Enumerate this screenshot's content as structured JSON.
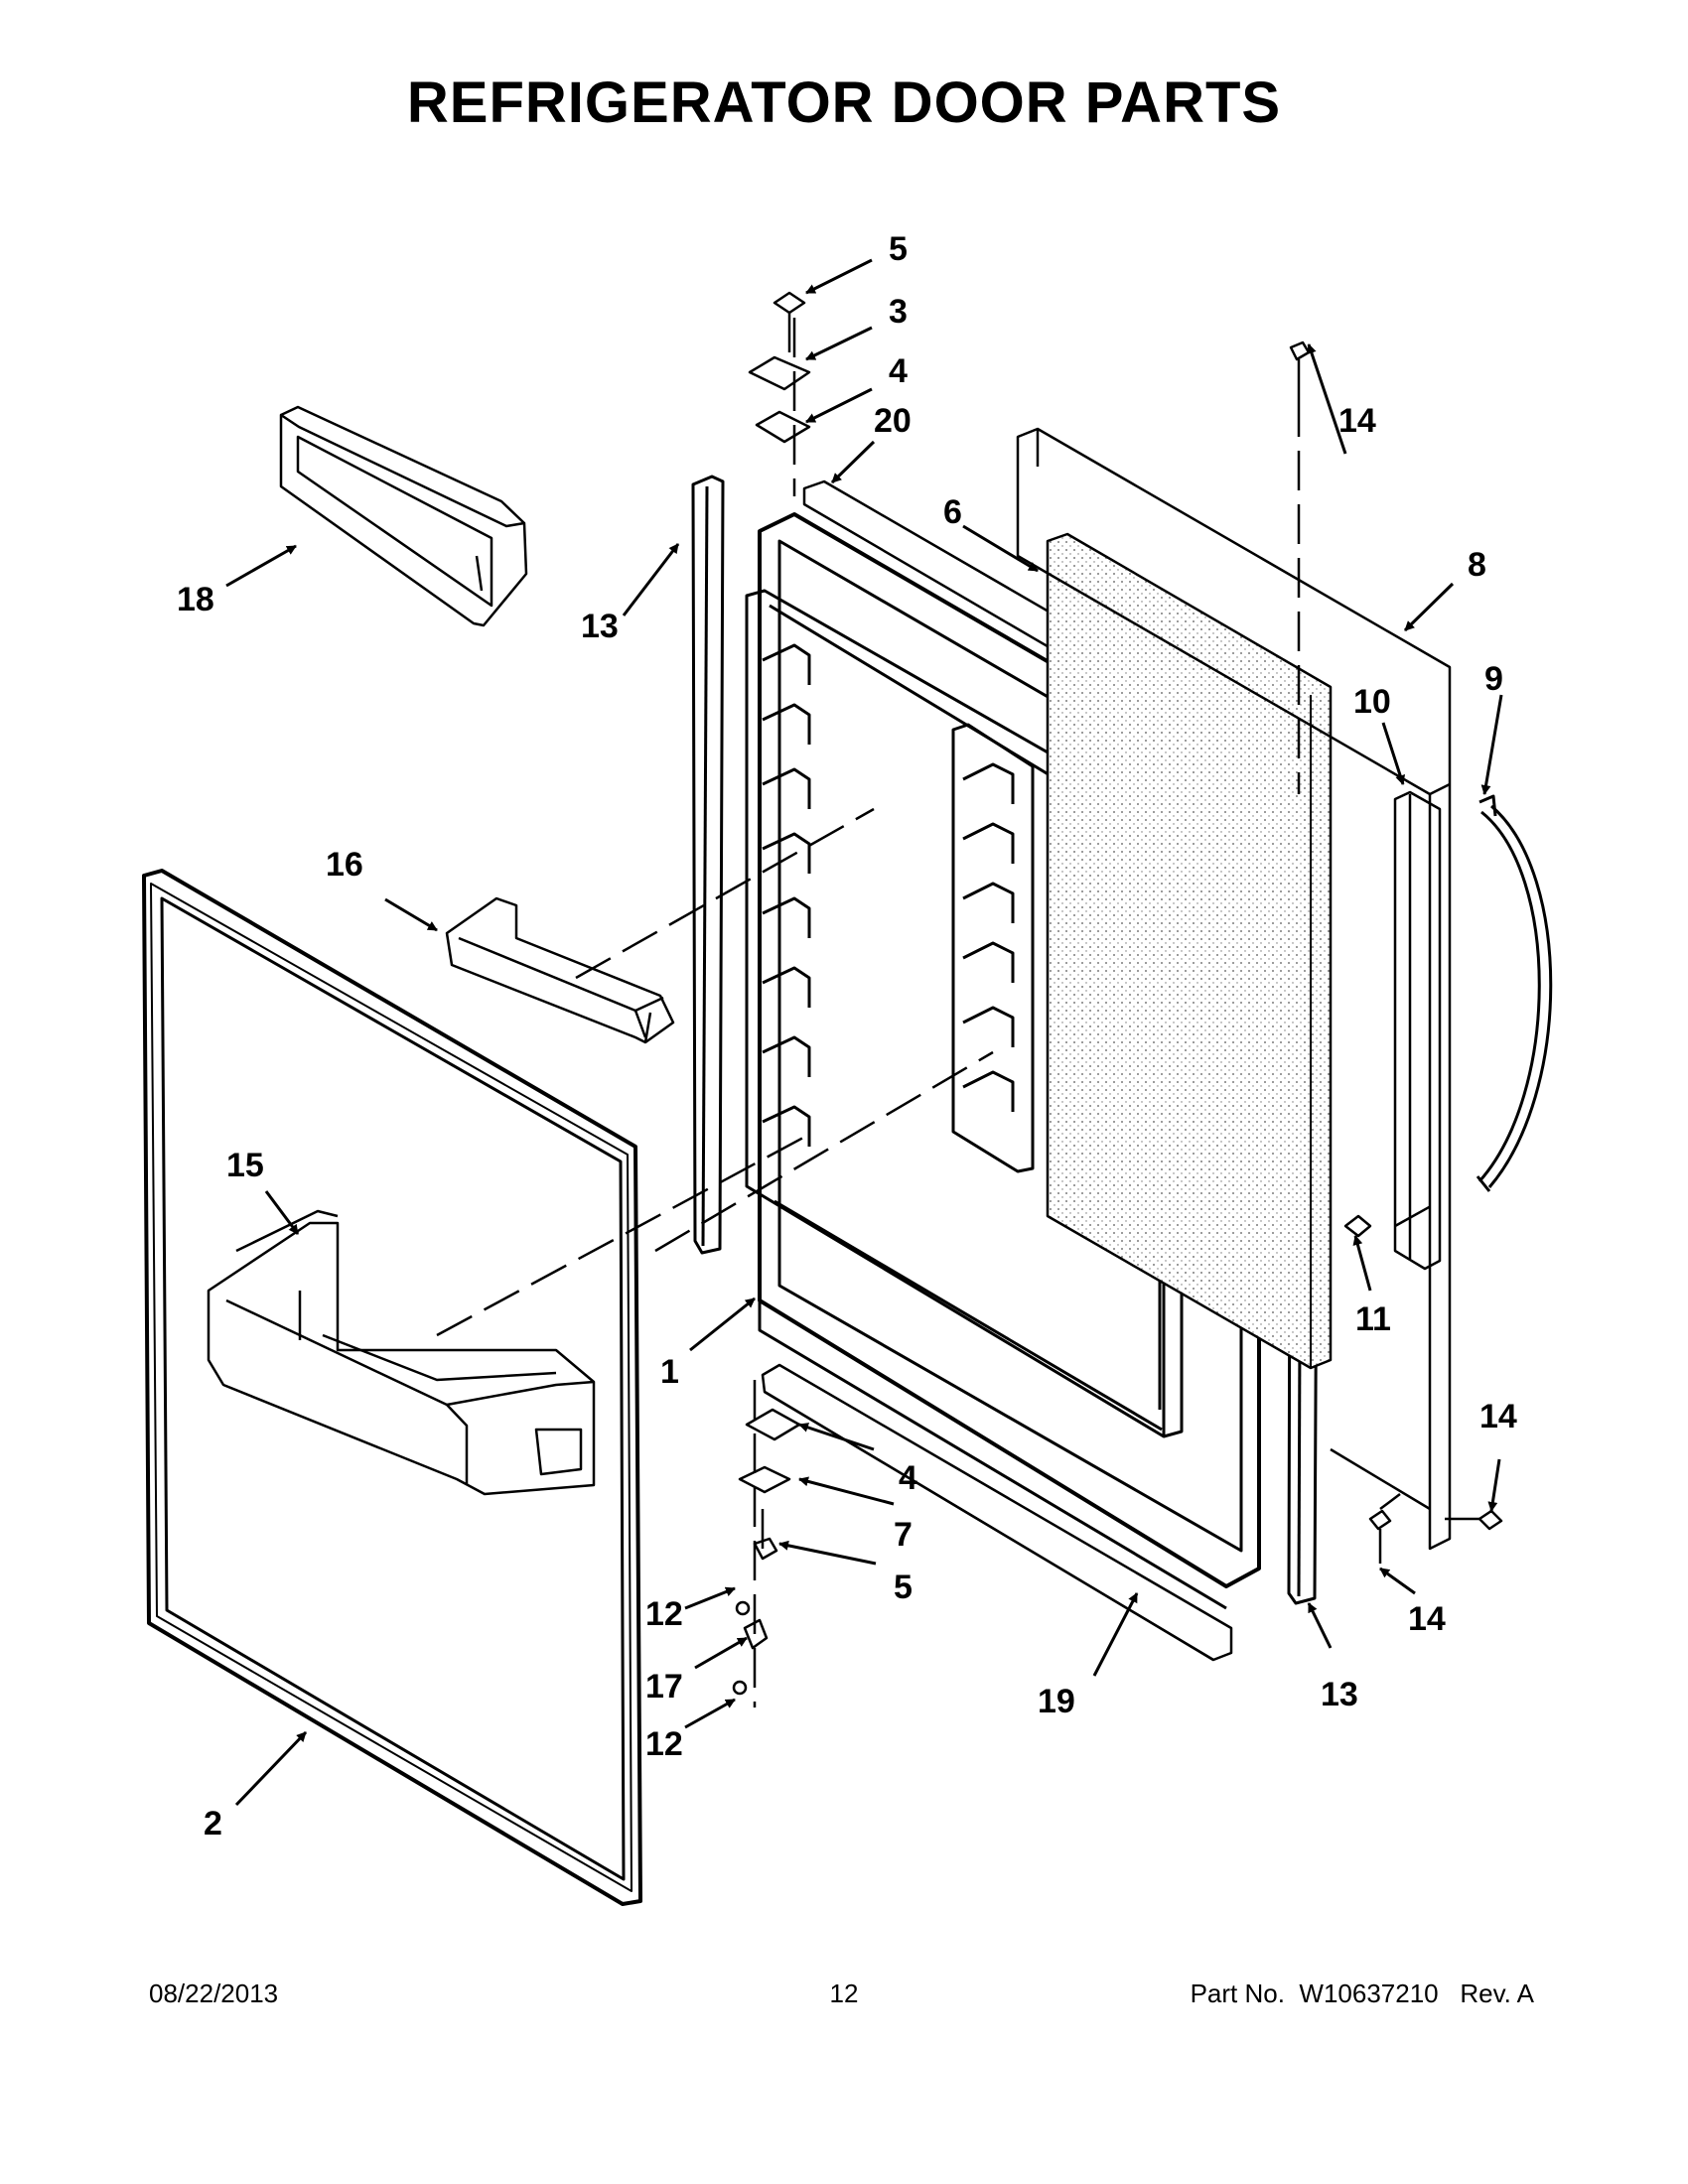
{
  "title": "REFRIGERATOR DOOR PARTS",
  "callouts": {
    "c1": "1",
    "c2": "2",
    "c3": "3",
    "c4a": "4",
    "c4b": "4",
    "c5a": "5",
    "c5b": "5",
    "c6": "6",
    "c7": "7",
    "c8": "8",
    "c9": "9",
    "c10": "10",
    "c11": "11",
    "c12a": "12",
    "c12b": "12",
    "c13a": "13",
    "c13b": "13",
    "c14a": "14",
    "c14b": "14",
    "c14c": "14",
    "c15": "15",
    "c16": "16",
    "c17": "17",
    "c18": "18",
    "c19": "19",
    "c20": "20"
  },
  "footer": {
    "date": "08/22/2013",
    "page": "12",
    "part_label": "Part No.",
    "part_number": "W10637210",
    "rev": "Rev.  A"
  }
}
